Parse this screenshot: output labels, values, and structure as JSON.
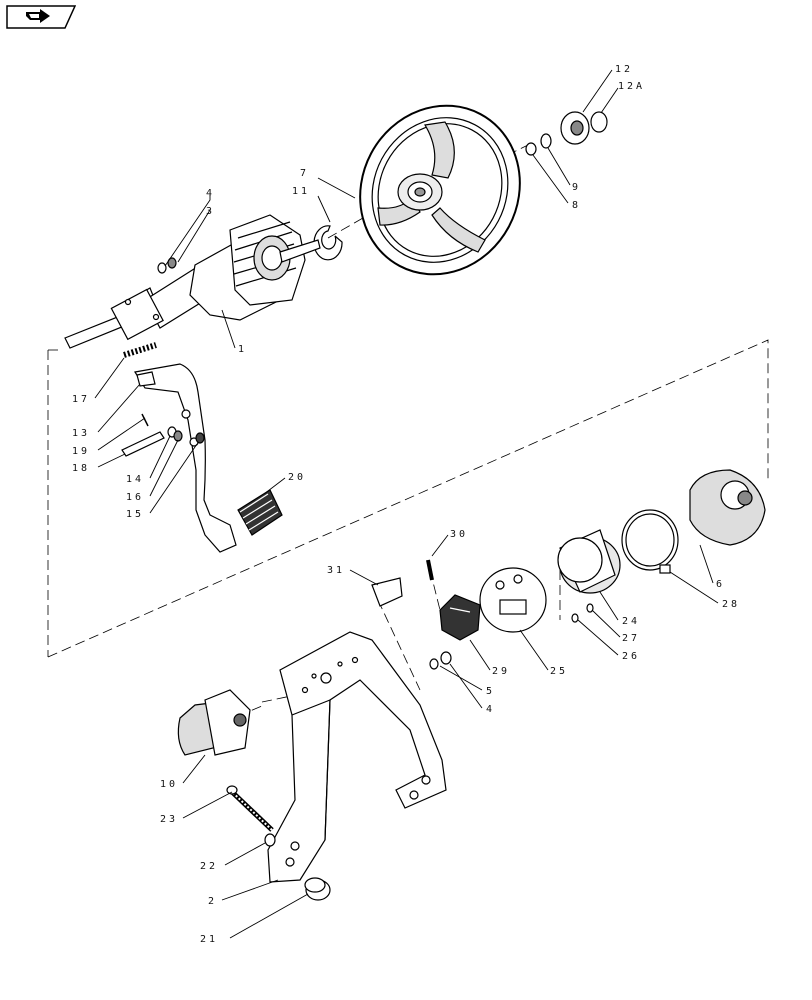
{
  "nav": {
    "icon": "next-page-arrow-icon"
  },
  "callouts": [
    {
      "id": "c12",
      "label": "12"
    },
    {
      "id": "c12a",
      "label": "12A"
    },
    {
      "id": "c7",
      "label": "7"
    },
    {
      "id": "c11",
      "label": "11"
    },
    {
      "id": "c9",
      "label": "9"
    },
    {
      "id": "c8",
      "label": "8"
    },
    {
      "id": "c4a",
      "label": "4"
    },
    {
      "id": "c3",
      "label": "3"
    },
    {
      "id": "c1",
      "label": "1"
    },
    {
      "id": "c17",
      "label": "17"
    },
    {
      "id": "c13",
      "label": "13"
    },
    {
      "id": "c19",
      "label": "19"
    },
    {
      "id": "c18",
      "label": "18"
    },
    {
      "id": "c14",
      "label": "14"
    },
    {
      "id": "c16",
      "label": "16"
    },
    {
      "id": "c15",
      "label": "15"
    },
    {
      "id": "c20",
      "label": "20"
    },
    {
      "id": "c30",
      "label": "30"
    },
    {
      "id": "c31",
      "label": "31"
    },
    {
      "id": "c6",
      "label": "6"
    },
    {
      "id": "c28",
      "label": "28"
    },
    {
      "id": "c24",
      "label": "24"
    },
    {
      "id": "c27",
      "label": "27"
    },
    {
      "id": "c26",
      "label": "26"
    },
    {
      "id": "c25",
      "label": "25"
    },
    {
      "id": "c29",
      "label": "29"
    },
    {
      "id": "c5",
      "label": "5"
    },
    {
      "id": "c4b",
      "label": "4"
    },
    {
      "id": "c10",
      "label": "10"
    },
    {
      "id": "c23",
      "label": "23"
    },
    {
      "id": "c22",
      "label": "22"
    },
    {
      "id": "c2",
      "label": "2"
    },
    {
      "id": "c21",
      "label": "21"
    }
  ]
}
